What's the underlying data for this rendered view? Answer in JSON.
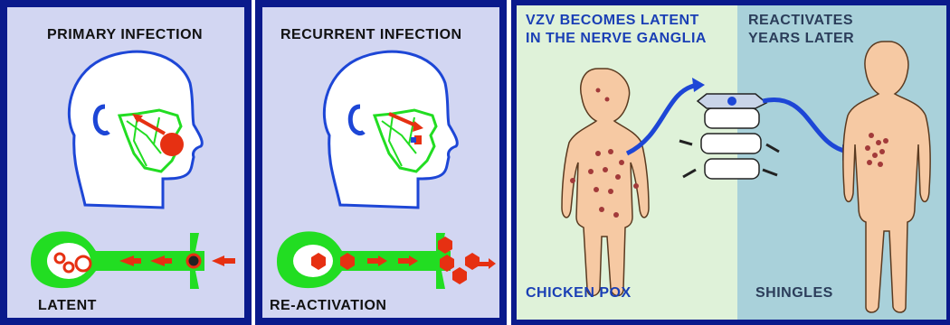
{
  "panels": {
    "primary": {
      "title": "PRIMARY INFECTION",
      "caption": "LATENT"
    },
    "recurrent": {
      "title": "RECURRENT INFECTION",
      "caption": "RE-ACTIVATION"
    },
    "vzv": {
      "title_line1": "VZV BECOMES LATENT",
      "title_line2": "IN THE NERVE GANGLIA",
      "caption": "CHICKEN POX"
    },
    "reactivation": {
      "title_line1": "REACTIVATES",
      "title_line2": "YEARS LATER",
      "caption": "SHINGLES"
    }
  },
  "colors": {
    "frame": "#0a1a8c",
    "left_bg": "#d2d6f2",
    "chickenpox_bg": "#dff2d9",
    "shingles_bg": "#a9d1da",
    "neuron": "#22dd22",
    "virus": "#e63012",
    "arrow": "#1d46d6",
    "skin": "#f6c9a3"
  }
}
